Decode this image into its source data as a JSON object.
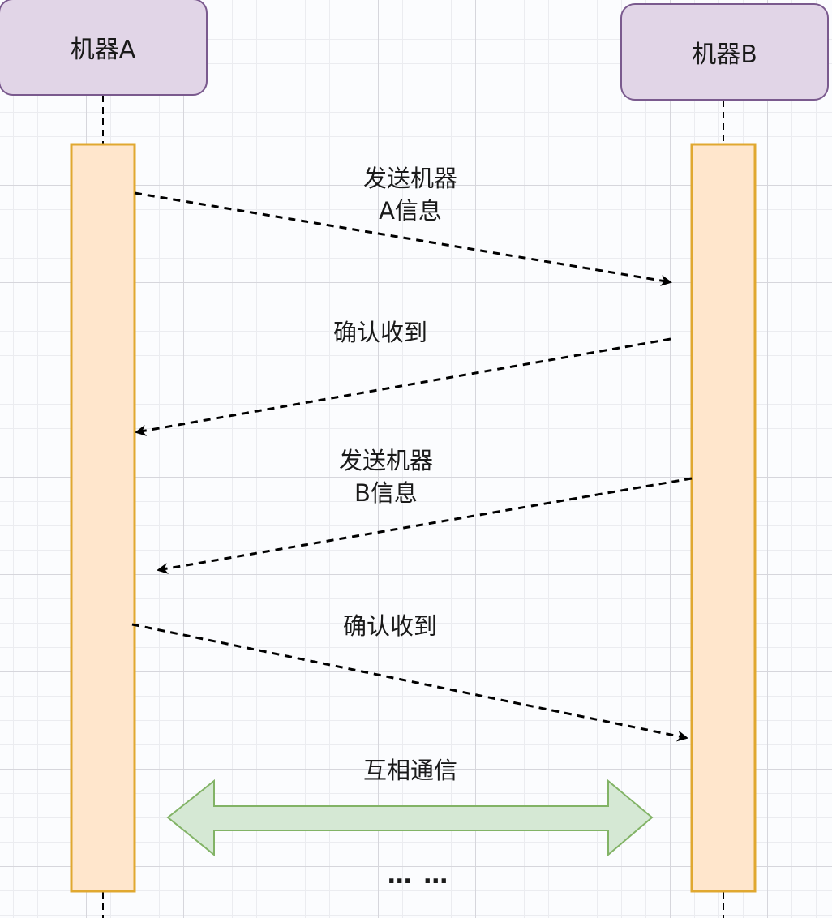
{
  "participants": [
    {
      "id": "A",
      "label": "机器A"
    },
    {
      "id": "B",
      "label": "机器B"
    }
  ],
  "messages": [
    {
      "from": "A",
      "to": "B",
      "label": "发送机器\nA信息",
      "style": "dashed"
    },
    {
      "from": "B",
      "to": "A",
      "label": "确认收到",
      "style": "dashed"
    },
    {
      "from": "B",
      "to": "A",
      "label": "发送机器\nB信息",
      "style": "dashed"
    },
    {
      "from": "A",
      "to": "B",
      "label": "确认收到",
      "style": "dashed"
    }
  ],
  "bidirectional": {
    "label": "互相通信",
    "fill": "#d5e8d4",
    "stroke": "#82b366"
  },
  "continuation": "… …",
  "colors": {
    "participant_fill": "#e1d5e7",
    "participant_stroke": "#7a5a8e",
    "activation_fill": "#ffe6cc",
    "activation_stroke": "#e0a830"
  }
}
